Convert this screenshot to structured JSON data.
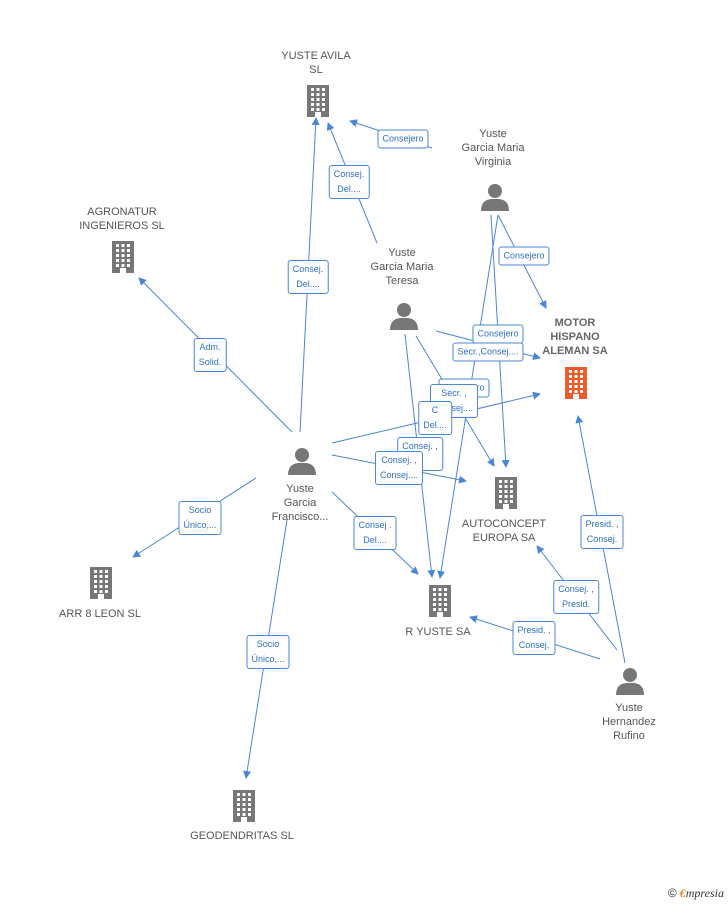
{
  "colors": {
    "edge": "#4a86d6",
    "company": "#777777",
    "main_company": "#f05a28",
    "person": "#777777"
  },
  "nodes": [
    {
      "id": "yuste_avila",
      "kind": "company",
      "label": "YUSTE AVILA\nSL"
    },
    {
      "id": "agronatur",
      "kind": "company",
      "label": "AGRONATUR\nINGENIEROS SL"
    },
    {
      "id": "motor_hispano",
      "kind": "main",
      "label": "MOTOR\nHISPANO\nALEMAN SA"
    },
    {
      "id": "autoconcept",
      "kind": "company",
      "label": "AUTOCONCEPT\nEUROPA SA"
    },
    {
      "id": "r_yuste",
      "kind": "company",
      "label": "R YUSTE SA"
    },
    {
      "id": "arr8",
      "kind": "company",
      "label": "ARR 8 LEON  SL"
    },
    {
      "id": "geodendritas",
      "kind": "company",
      "label": "GEODENDRITAS SL"
    },
    {
      "id": "virginia",
      "kind": "person",
      "label": "Yuste\nGarcia Maria\nVirginia"
    },
    {
      "id": "teresa",
      "kind": "person",
      "label": "Yuste\nGarcia Maria\nTeresa"
    },
    {
      "id": "francisco",
      "kind": "person",
      "label": "Yuste\nGarcia\nFrancisco..."
    },
    {
      "id": "rufino",
      "kind": "person",
      "label": "Yuste\nHernandez\nRufino"
    }
  ],
  "edge_labels": [
    {
      "id": "virginia-avila",
      "text": "Consejero"
    },
    {
      "id": "teresa-avila",
      "text": "Consej.\nDel...."
    },
    {
      "id": "francisco-avila",
      "text": "Consej.\nDel...."
    },
    {
      "id": "virginia-motor",
      "text": "Consejero"
    },
    {
      "id": "teresa-motor-1",
      "text": "Consejero"
    },
    {
      "id": "teresa-motor-2",
      "text": "Secr.,Consej...."
    },
    {
      "id": "francisco-agronatur",
      "text": "Adm.\nSolid."
    },
    {
      "id": "hidden-consejero",
      "text": "Consejero"
    },
    {
      "id": "virginia-auto",
      "text": "Secr. ,\nConsej...."
    },
    {
      "id": "francisco-motor",
      "text": "C\nDel...."
    },
    {
      "id": "francisco-auto",
      "text": "Consej. ,\n..."
    },
    {
      "id": "francisco-auto-2",
      "text": "Consej. ,\nConsej...."
    },
    {
      "id": "francisco-arr8",
      "text": "Socio\nÚnico,..."
    },
    {
      "id": "francisco-ryuste",
      "text": "Consej .\nDel...."
    },
    {
      "id": "francisco-geo",
      "text": "Socio\nÚnico,..."
    },
    {
      "id": "rufino-motor",
      "text": "Presid. ,\nConsej."
    },
    {
      "id": "rufino-auto",
      "text": "Consej. ,\nPresid."
    },
    {
      "id": "rufino-ryuste",
      "text": "Presid. ,\nConsej."
    }
  ],
  "watermark": {
    "symbol": "©",
    "brand_initial": "€",
    "brand_rest": "mpresia"
  }
}
